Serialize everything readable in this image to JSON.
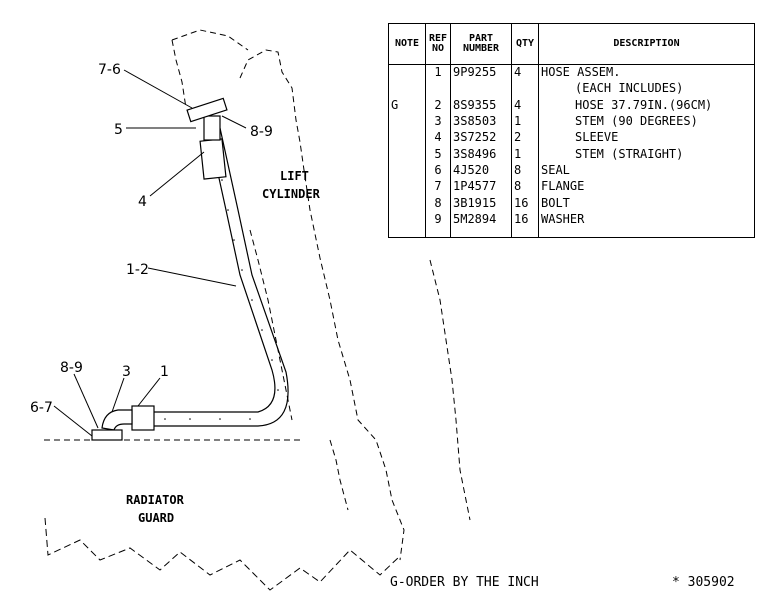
{
  "callouts": {
    "c_7_6": "7-6",
    "c_5": "5",
    "c_8_9_top": "8-9",
    "c_4": "4",
    "c_1_2": "1-2",
    "c_8_9_bottom": "8-9",
    "c_3": "3",
    "c_1": "1",
    "c_6_7": "6-7"
  },
  "areas": {
    "lift": "LIFT",
    "cylinder": "CYLINDER",
    "radiator": "RADIATOR",
    "guard": "GUARD"
  },
  "table": {
    "headers": {
      "note": "NOTE",
      "ref_a": "REF",
      "ref_b": "NO",
      "part_a": "PART",
      "part_b": "NUMBER",
      "qty": "QTY",
      "description": "DESCRIPTION"
    },
    "rows": [
      {
        "note": "",
        "ref": "1",
        "part": "9P9255",
        "qty": "4",
        "desc": "HOSE   ASSEM."
      },
      {
        "note": "",
        "ref": "",
        "part": "",
        "qty": "",
        "desc": "(EACH    INCLUDES)"
      },
      {
        "note": "G",
        "ref": "2",
        "part": "8S9355",
        "qty": "4",
        "desc": "HOSE   37.79IN.(96CM)"
      },
      {
        "note": "",
        "ref": "3",
        "part": "3S8503",
        "qty": "1",
        "desc": "STEM   (90   DEGREES)"
      },
      {
        "note": "",
        "ref": "4",
        "part": "3S7252",
        "qty": "2",
        "desc": "SLEEVE"
      },
      {
        "note": "",
        "ref": "5",
        "part": "3S8496",
        "qty": "1",
        "desc": "STEM   (STRAIGHT)"
      },
      {
        "note": "",
        "ref": "6",
        "part": "4J520",
        "qty": "8",
        "desc": "SEAL"
      },
      {
        "note": "",
        "ref": "7",
        "part": "1P4577",
        "qty": "8",
        "desc": "FLANGE"
      },
      {
        "note": "",
        "ref": "8",
        "part": "3B1915",
        "qty": "16",
        "desc": "BOLT"
      },
      {
        "note": "",
        "ref": "9",
        "part": "5M2894",
        "qty": "16",
        "desc": "WASHER"
      }
    ]
  },
  "footer": {
    "order_note": "G-ORDER   BY   THE   INCH",
    "drawing_number": "* 305902"
  }
}
